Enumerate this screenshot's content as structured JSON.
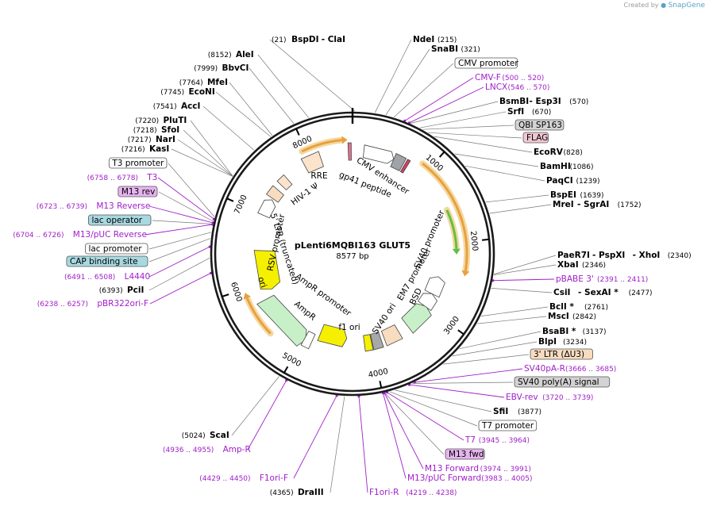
{
  "watermark": {
    "created_by": "Created by",
    "brand": "SnapGene"
  },
  "plasmid": {
    "name": "pLenti6MQBI163 GLUT5",
    "size": "8577 bp",
    "length": 8577
  },
  "ticks": [
    {
      "label": "1000",
      "pos": 1000
    },
    {
      "label": "2000",
      "pos": 2000
    },
    {
      "label": "3000",
      "pos": 3000
    },
    {
      "label": "4000",
      "pos": 4000
    },
    {
      "label": "5000",
      "pos": 5000
    },
    {
      "label": "6000",
      "pos": 6000
    },
    {
      "label": "7000",
      "pos": 7000
    },
    {
      "label": "8000",
      "pos": 8000
    }
  ],
  "annotations": [
    {
      "id": "bspdi",
      "pos": 21,
      "parts": [
        {
          "t": "(21)",
          "c": "num"
        },
        {
          "t": "BspDI",
          "c": "bold"
        },
        {
          "t": "- ClaI",
          "c": "bold"
        }
      ]
    },
    {
      "id": "ndei",
      "pos": 215,
      "parts": [
        {
          "t": "NdeI",
          "c": "bold"
        },
        {
          "t": "(215)",
          "c": "num"
        }
      ]
    },
    {
      "id": "snabi",
      "pos": 321,
      "parts": [
        {
          "t": "SnaBI",
          "c": "bold"
        },
        {
          "t": "(321)",
          "c": "num"
        }
      ]
    },
    {
      "id": "cmv-promoter",
      "pos": 400,
      "parts": [
        {
          "t": "CMV promoter",
          "c": "boxed",
          "fill": "#ffffff"
        }
      ]
    },
    {
      "id": "cmv-f",
      "pos": 510,
      "parts": [
        {
          "t": "CMV-F",
          "c": "primer"
        },
        {
          "t": "(500 .. 520)",
          "c": "primernum"
        }
      ]
    },
    {
      "id": "lncx",
      "pos": 558,
      "parts": [
        {
          "t": "LNCX",
          "c": "primer"
        },
        {
          "t": "(546 .. 570)",
          "c": "primernum"
        }
      ]
    },
    {
      "id": "bsmbi",
      "pos": 570,
      "parts": [
        {
          "t": "BsmBI",
          "c": "bold"
        },
        {
          "t": "- Esp3I",
          "c": "bold"
        },
        {
          "t": "(570)",
          "c": "num"
        }
      ]
    },
    {
      "id": "srfi",
      "pos": 670,
      "parts": [
        {
          "t": "SrfI",
          "c": "bold"
        },
        {
          "t": "(670)",
          "c": "num"
        }
      ]
    },
    {
      "id": "qbi-sp163",
      "pos": 700,
      "parts": [
        {
          "t": "QBI SP163",
          "c": "boxed",
          "fill": "#d3d3d3"
        }
      ]
    },
    {
      "id": "flag",
      "pos": 760,
      "parts": [
        {
          "t": "FLAG",
          "c": "boxed",
          "fill": "#f0c8d2"
        }
      ]
    },
    {
      "id": "ecorv",
      "pos": 828,
      "parts": [
        {
          "t": "EcoRV",
          "c": "bold"
        },
        {
          "t": "(828)",
          "c": "num"
        }
      ]
    },
    {
      "id": "bamhi",
      "pos": 1086,
      "parts": [
        {
          "t": "BamHI",
          "c": "bold"
        },
        {
          "t": "(1086)",
          "c": "num"
        }
      ]
    },
    {
      "id": "paqci",
      "pos": 1239,
      "parts": [
        {
          "t": "PaqCI",
          "c": "bold"
        },
        {
          "t": "(1239)",
          "c": "num"
        }
      ]
    },
    {
      "id": "bspei",
      "pos": 1639,
      "parts": [
        {
          "t": "BspEI",
          "c": "bold"
        },
        {
          "t": "(1639)",
          "c": "num"
        }
      ]
    },
    {
      "id": "mrei",
      "pos": 1752,
      "parts": [
        {
          "t": "MreI",
          "c": "bold"
        },
        {
          "t": "- SgrAI",
          "c": "bold"
        },
        {
          "t": "(1752)",
          "c": "num"
        }
      ]
    },
    {
      "id": "paer7i",
      "pos": 2340,
      "parts": [
        {
          "t": "PaeR7I",
          "c": "bold"
        },
        {
          "t": "- PspXI",
          "c": "bold"
        },
        {
          "t": "- XhoI",
          "c": "bold"
        },
        {
          "t": "(2340)",
          "c": "num"
        }
      ]
    },
    {
      "id": "xbai",
      "pos": 2346,
      "parts": [
        {
          "t": "XbaI",
          "c": "bold"
        },
        {
          "t": "(2346)",
          "c": "num"
        }
      ]
    },
    {
      "id": "pbabe3",
      "pos": 2401,
      "parts": [
        {
          "t": "pBABE 3'",
          "c": "primer"
        },
        {
          "t": "(2391 .. 2411)",
          "c": "primernum"
        }
      ]
    },
    {
      "id": "csii",
      "pos": 2477,
      "parts": [
        {
          "t": "CsiI",
          "c": "bold"
        },
        {
          "t": "- SexAI *",
          "c": "bold"
        },
        {
          "t": "(2477)",
          "c": "num"
        }
      ]
    },
    {
      "id": "bcli",
      "pos": 2761,
      "parts": [
        {
          "t": "BclI *",
          "c": "bold"
        },
        {
          "t": "(2761)",
          "c": "num"
        }
      ]
    },
    {
      "id": "msci",
      "pos": 2842,
      "parts": [
        {
          "t": "MscI",
          "c": "bold"
        },
        {
          "t": "(2842)",
          "c": "num"
        }
      ]
    },
    {
      "id": "bsabi",
      "pos": 3137,
      "parts": [
        {
          "t": "BsaBI *",
          "c": "bold"
        },
        {
          "t": "(3137)",
          "c": "num"
        }
      ]
    },
    {
      "id": "blpi",
      "pos": 3234,
      "parts": [
        {
          "t": "BlpI",
          "c": "bold"
        },
        {
          "t": "(3234)",
          "c": "num"
        }
      ]
    },
    {
      "id": "ltr3",
      "pos": 3350,
      "parts": [
        {
          "t": "3' LTR (ΔU3)",
          "c": "boxed",
          "fill": "#f8dcc0"
        }
      ]
    },
    {
      "id": "sv40pa-r",
      "pos": 3675,
      "parts": [
        {
          "t": "SV40pA-R",
          "c": "primer"
        },
        {
          "t": "(3666 .. 3685)",
          "c": "primernum"
        }
      ]
    },
    {
      "id": "sv40-polya",
      "pos": 3700,
      "parts": [
        {
          "t": "SV40 poly(A) signal",
          "c": "boxed",
          "fill": "#d3d3d3"
        }
      ]
    },
    {
      "id": "ebv-rev",
      "pos": 3730,
      "parts": [
        {
          "t": "EBV-rev",
          "c": "primer"
        },
        {
          "t": "(3720 .. 3739)",
          "c": "primernum"
        }
      ]
    },
    {
      "id": "sfii",
      "pos": 3877,
      "parts": [
        {
          "t": "SfiI",
          "c": "bold"
        },
        {
          "t": "(3877)",
          "c": "num"
        }
      ]
    },
    {
      "id": "t7-promoter",
      "pos": 3930,
      "parts": [
        {
          "t": "T7 promoter",
          "c": "boxed",
          "fill": "#ffffff"
        }
      ]
    },
    {
      "id": "t7",
      "pos": 3955,
      "parts": [
        {
          "t": "T7",
          "c": "primer"
        },
        {
          "t": "(3945 .. 3964)",
          "c": "primernum"
        }
      ]
    },
    {
      "id": "m13-fwd",
      "pos": 3980,
      "parts": [
        {
          "t": "M13 fwd",
          "c": "boxed",
          "fill": "#e6b4f0"
        }
      ]
    },
    {
      "id": "m13-forward",
      "pos": 3982,
      "parts": [
        {
          "t": "M13 Forward",
          "c": "primer"
        },
        {
          "t": "(3974 .. 3991)",
          "c": "primernum"
        }
      ]
    },
    {
      "id": "m13puc-forward",
      "pos": 3994,
      "parts": [
        {
          "t": "M13/pUC Forward",
          "c": "primer"
        },
        {
          "t": "(3983 .. 4005)",
          "c": "primernum"
        }
      ]
    },
    {
      "id": "f1ori-r",
      "pos": 4228,
      "parts": [
        {
          "t": "F1ori-R",
          "c": "primer"
        },
        {
          "t": "(4219 .. 4238)",
          "c": "primernum"
        }
      ]
    },
    {
      "id": "draiii",
      "pos": 4365,
      "parts": [
        {
          "t": "(4365)",
          "c": "num"
        },
        {
          "t": "DraIII",
          "c": "bold"
        }
      ]
    },
    {
      "id": "f1ori-f",
      "pos": 4440,
      "parts": [
        {
          "t": "(4429 .. 4450)",
          "c": "primernum"
        },
        {
          "t": "F1ori-F",
          "c": "primer"
        }
      ]
    },
    {
      "id": "amp-r",
      "pos": 4945,
      "parts": [
        {
          "t": "(4936 .. 4955)",
          "c": "primernum"
        },
        {
          "t": "Amp-R",
          "c": "primer"
        }
      ]
    },
    {
      "id": "scai",
      "pos": 5024,
      "parts": [
        {
          "t": "(5024)",
          "c": "num"
        },
        {
          "t": "ScaI",
          "c": "bold"
        }
      ]
    },
    {
      "id": "pbr322ori-f",
      "pos": 6248,
      "parts": [
        {
          "t": "(6238 .. 6257)",
          "c": "primernum"
        },
        {
          "t": "pBR322ori-F",
          "c": "primer"
        }
      ]
    },
    {
      "id": "pcii",
      "pos": 6393,
      "parts": [
        {
          "t": "(6393)",
          "c": "num"
        },
        {
          "t": "PciI",
          "c": "bold"
        }
      ]
    },
    {
      "id": "l4440",
      "pos": 6500,
      "parts": [
        {
          "t": "(6491 .. 6508)",
          "c": "primernum"
        },
        {
          "t": "L4440",
          "c": "primer"
        }
      ]
    },
    {
      "id": "cap-binding",
      "pos": 6580,
      "parts": [
        {
          "t": "CAP binding site",
          "c": "boxed",
          "fill": "#a8d8e0"
        }
      ]
    },
    {
      "id": "lac-promoter",
      "pos": 6640,
      "parts": [
        {
          "t": "lac promoter",
          "c": "boxed",
          "fill": "#ffffff"
        }
      ]
    },
    {
      "id": "m13puc-reverse",
      "pos": 6715,
      "parts": [
        {
          "t": "(6704 .. 6726)",
          "c": "primernum"
        },
        {
          "t": "M13/pUC Reverse",
          "c": "primer"
        }
      ]
    },
    {
      "id": "lac-operator",
      "pos": 6720,
      "parts": [
        {
          "t": "lac operator",
          "c": "boxed",
          "fill": "#a8d8e0"
        }
      ]
    },
    {
      "id": "m13-reverse",
      "pos": 6731,
      "parts": [
        {
          "t": "(6723 .. 6739)",
          "c": "primernum"
        },
        {
          "t": "M13 Reverse",
          "c": "primer"
        }
      ]
    },
    {
      "id": "m13-rev",
      "pos": 6745,
      "parts": [
        {
          "t": "M13 rev",
          "c": "boxed",
          "fill": "#e6b4f0"
        }
      ]
    },
    {
      "id": "t3",
      "pos": 6768,
      "parts": [
        {
          "t": "(6758 .. 6778)",
          "c": "primernum"
        },
        {
          "t": "T3",
          "c": "primer"
        }
      ]
    },
    {
      "id": "t3-promoter",
      "pos": 6790,
      "parts": [
        {
          "t": "T3 promoter",
          "c": "boxed",
          "fill": "#ffffff"
        }
      ]
    },
    {
      "id": "kasi",
      "pos": 7216,
      "parts": [
        {
          "t": "(7216)",
          "c": "num"
        },
        {
          "t": "KasI",
          "c": "bold"
        }
      ]
    },
    {
      "id": "nari",
      "pos": 7217,
      "parts": [
        {
          "t": "(7217)",
          "c": "num"
        },
        {
          "t": "NarI",
          "c": "bold"
        }
      ]
    },
    {
      "id": "sfoi",
      "pos": 7218,
      "parts": [
        {
          "t": "(7218)",
          "c": "num"
        },
        {
          "t": "SfoI",
          "c": "bold"
        }
      ]
    },
    {
      "id": "pluti",
      "pos": 7220,
      "parts": [
        {
          "t": "(7220)",
          "c": "num"
        },
        {
          "t": "PluTI",
          "c": "bold"
        }
      ]
    },
    {
      "id": "acci",
      "pos": 7541,
      "parts": [
        {
          "t": "(7541)",
          "c": "num"
        },
        {
          "t": "AccI",
          "c": "bold"
        }
      ]
    },
    {
      "id": "econi",
      "pos": 7745,
      "parts": [
        {
          "t": "(7745)",
          "c": "num"
        },
        {
          "t": "EcoNI",
          "c": "bold"
        }
      ]
    },
    {
      "id": "mfei",
      "pos": 7764,
      "parts": [
        {
          "t": "(7764)",
          "c": "num"
        },
        {
          "t": "MfeI",
          "c": "bold"
        }
      ]
    },
    {
      "id": "bbvci",
      "pos": 7999,
      "parts": [
        {
          "t": "(7999)",
          "c": "num"
        },
        {
          "t": "BbvCI",
          "c": "bold"
        }
      ]
    },
    {
      "id": "alei",
      "pos": 8152,
      "parts": [
        {
          "t": "(8152)",
          "c": "num"
        },
        {
          "t": "AleI",
          "c": "bold"
        }
      ]
    }
  ],
  "inner_labels": [
    {
      "id": "cmv-enhancer",
      "text": "CMV enhancer"
    },
    {
      "id": "gp41-peptide",
      "text": "gp41 peptide"
    },
    {
      "id": "rre",
      "text": "RRE"
    },
    {
      "id": "hiv1-psi",
      "text": "HIV-1 Ψ"
    },
    {
      "id": "ltr5",
      "text": "5' LTR (truncated)"
    },
    {
      "id": "rsv-promoter",
      "text": "RSV promoter"
    },
    {
      "id": "ori",
      "text": "ori"
    },
    {
      "id": "ampr-promoter",
      "text": "AmpR promoter"
    },
    {
      "id": "ampr",
      "text": "AmpR"
    },
    {
      "id": "f1-ori",
      "text": "f1 ori"
    },
    {
      "id": "sv40-ori",
      "text": "SV40 ori"
    },
    {
      "id": "bsd",
      "text": "BSD"
    },
    {
      "id": "em7-promoter",
      "text": "EM7 promoter"
    },
    {
      "id": "sv40-promoter",
      "text": "SV40 promoter"
    }
  ],
  "colors": {
    "backbone": "#1a1a1a",
    "restriction_text": "#000000",
    "primer": "#a020c8",
    "orf_orange": "#e8a040",
    "ori_yellow": "#f5f000",
    "ampr_green": "#c8f0c8",
    "glut5_green": "#60c040",
    "promoter_white": "#ffffff",
    "enhancer_white": "#ffffff",
    "ltr_peach": "#f8dcc0",
    "grey_feature": "#a8a8a8",
    "rre_peach": "#fbe3cc"
  }
}
